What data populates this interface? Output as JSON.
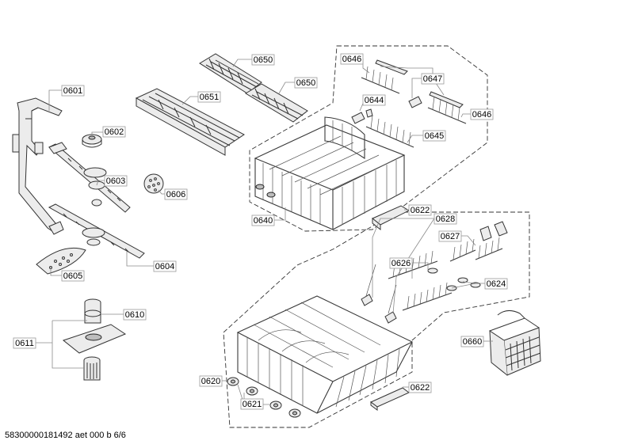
{
  "labels": {
    "l0601": "0601",
    "l0602": "0602",
    "l0603": "0603",
    "l0604": "0604",
    "l0605": "0605",
    "l0606": "0606",
    "l0610": "0610",
    "l0611": "0611",
    "l0620": "0620",
    "l0621": "0621",
    "l0622a": "0622",
    "l0622b": "0622",
    "l0624": "0624",
    "l0626": "0626",
    "l0627": "0627",
    "l0628": "0628",
    "l0640": "0640",
    "l0644": "0644",
    "l0645": "0645",
    "l0646a": "0646",
    "l0646b": "0646",
    "l0647": "0647",
    "l0650a": "0650",
    "l0650b": "0650",
    "l0651": "0651",
    "l0660": "0660"
  },
  "footer": "58300000181492 aet 000 b 6/6"
}
